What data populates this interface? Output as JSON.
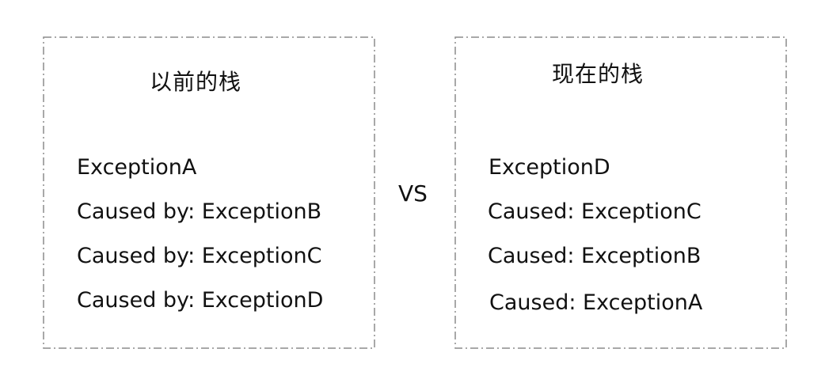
{
  "left_panel": {
    "title": "以前的栈",
    "lines": [
      "ExceptionA",
      "Caused by: ExceptionB",
      "Caused by: ExceptionC",
      "Caused by: ExceptionD"
    ]
  },
  "separator": "VS",
  "right_panel": {
    "title": "现在的栈",
    "lines": [
      "ExceptionD",
      "Caused: ExceptionC",
      "Caused: ExceptionB",
      "Caused: ExceptionA"
    ]
  }
}
